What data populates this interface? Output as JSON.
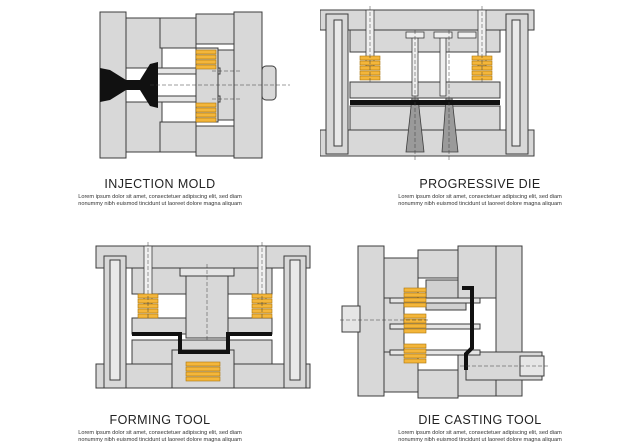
{
  "colors": {
    "steel": "#d8d8d8",
    "steel_dark": "#b9b9b9",
    "outline": "#3c3c3c",
    "spring": "#f4b63a",
    "spring_dark": "#a8740a",
    "material": "#111111",
    "background": "#ffffff"
  },
  "panels": [
    {
      "id": "injection-mold",
      "title": "INJECTION MOLD",
      "desc_line1": "Lorem ipsum dolor sit amet, consectetuer adipiscing elit, sed diam",
      "desc_line2": "nonummy nibh euismod tincidunt ut laoreet dolore magna aliquam"
    },
    {
      "id": "progressive-die",
      "title": "PROGRESSIVE DIE",
      "desc_line1": "Lorem ipsum dolor sit amet, consectetuer adipiscing elit, sed diam",
      "desc_line2": "nonummy nibh euismod tincidunt ut laoreet dolore magna aliquam"
    },
    {
      "id": "forming-tool",
      "title": "FORMING TOOL",
      "desc_line1": "Lorem ipsum dolor sit amet, consectetuer adipiscing elit, sed diam",
      "desc_line2": "nonummy nibh euismod tincidunt ut laoreet dolore magna aliquam"
    },
    {
      "id": "die-casting-tool",
      "title": "DIE CASTING TOOL",
      "desc_line1": "Lorem ipsum dolor sit amet, consectetuer adipiscing elit, sed diam",
      "desc_line2": "nonummy nibh euismod tincidunt ut laoreet dolore magna aliquam"
    }
  ]
}
